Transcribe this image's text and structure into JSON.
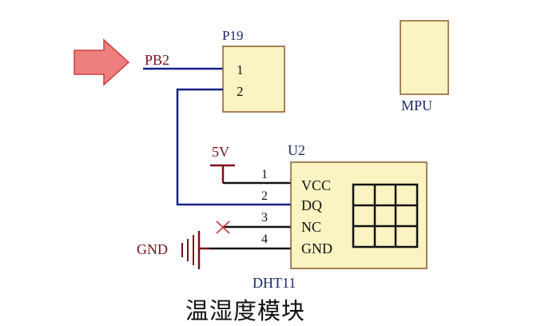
{
  "net_label": "PB2",
  "connector": {
    "ref": "P19",
    "pins": [
      "1",
      "2"
    ]
  },
  "partial_chip": {
    "label": "MPU"
  },
  "power": {
    "label": "5V"
  },
  "sensor": {
    "ref": "U2",
    "value": "DHT11",
    "pins": [
      {
        "number": "1",
        "name": "VCC"
      },
      {
        "number": "2",
        "name": "DQ"
      },
      {
        "number": "3",
        "name": "NC"
      },
      {
        "number": "4",
        "name": "GND"
      }
    ]
  },
  "ground": {
    "label": "GND"
  },
  "caption": "温湿度模块",
  "colors": {
    "component_fill": "#fbf3c2",
    "component_border": "#8a5a2a",
    "wire_signal": "#17208a",
    "wire_black": "#111111",
    "power_symbol": "#7a1018",
    "arrow_fill": "#ee7f7f",
    "arrow_border": "#cc3d3d"
  },
  "icons": {
    "arrow": "right-arrow-icon",
    "ground": "ground-symbol-icon",
    "no_connect": "no-connect-x-icon",
    "sensor_grid": "sensor-grille-icon"
  }
}
